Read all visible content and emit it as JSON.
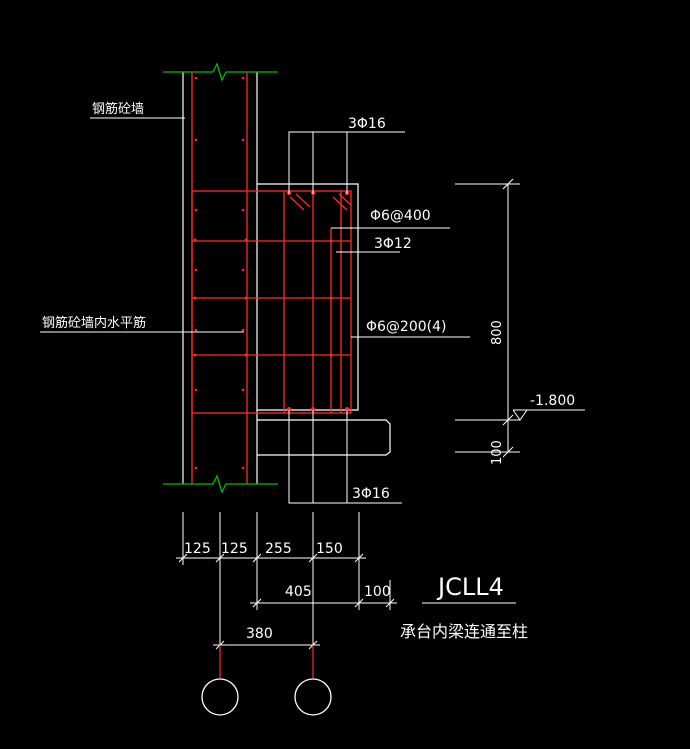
{
  "labels": {
    "wall": "钢筋砼墙",
    "wall_horizontal_bar": "钢筋砼墙内水平筋",
    "top_bars": "3Φ16",
    "stirrup_side": "Φ6@400",
    "side_bars": "3Φ12",
    "stirrup_main": "Φ6@200(4)",
    "bottom_bars": "3Φ16",
    "elevation": "-1.800",
    "height_800": "800",
    "height_100": "100"
  },
  "dimensions": {
    "row1": [
      "125",
      "125",
      "255",
      "150"
    ],
    "row2_a": "405",
    "row2_b": "100",
    "row3": "380"
  },
  "title": {
    "code": "JCLL4",
    "description": "承台内梁连通至柱"
  },
  "colors": {
    "background": "#000000",
    "outline": "#ffffff",
    "rebar": "#ff2a2a",
    "break_line": "#00c000",
    "leader": "#ffffff"
  }
}
